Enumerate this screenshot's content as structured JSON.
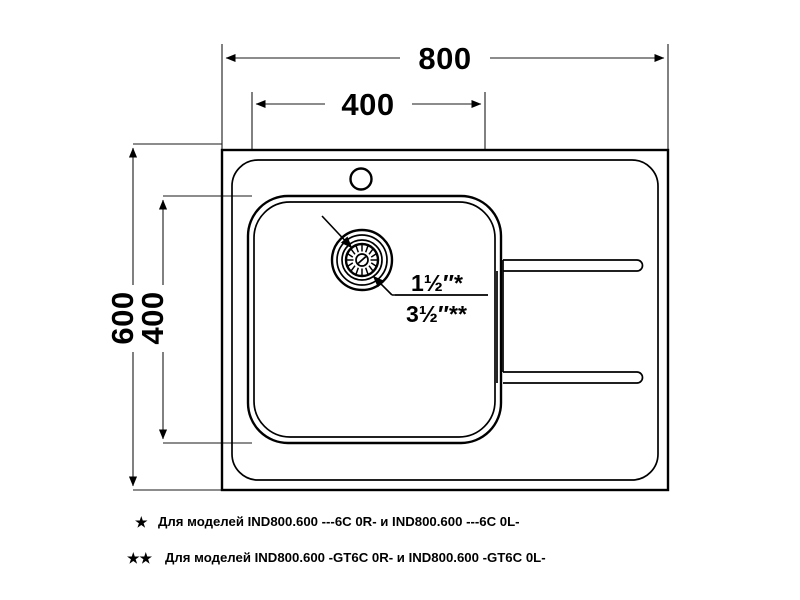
{
  "drawing": {
    "title": "Kitchen sink dimensional drawing",
    "units": "mm",
    "line_color": "#000000",
    "background_color": "#ffffff"
  },
  "dimensions": {
    "overall_width": "800",
    "bowl_width": "400",
    "overall_depth": "600",
    "bowl_depth": "400"
  },
  "callouts": {
    "drain_upper": "1½″*",
    "drain_lower": "3½″**"
  },
  "footnotes": [
    {
      "mark": "★",
      "text": "Для моделей IND800.600 ---6C 0R- и IND800.600 ---6C 0L-"
    },
    {
      "mark": "★★",
      "text": "Для моделей IND800.600 -GT6C 0R- и IND800.600 -GT6C 0L-"
    }
  ],
  "features": {
    "faucet_hole": "faucet-hole",
    "drain_strainer": "drain-strainer",
    "drainboard_groove_top": "drainboard-groove-top",
    "drainboard_groove_bottom": "drainboard-groove-bottom"
  }
}
